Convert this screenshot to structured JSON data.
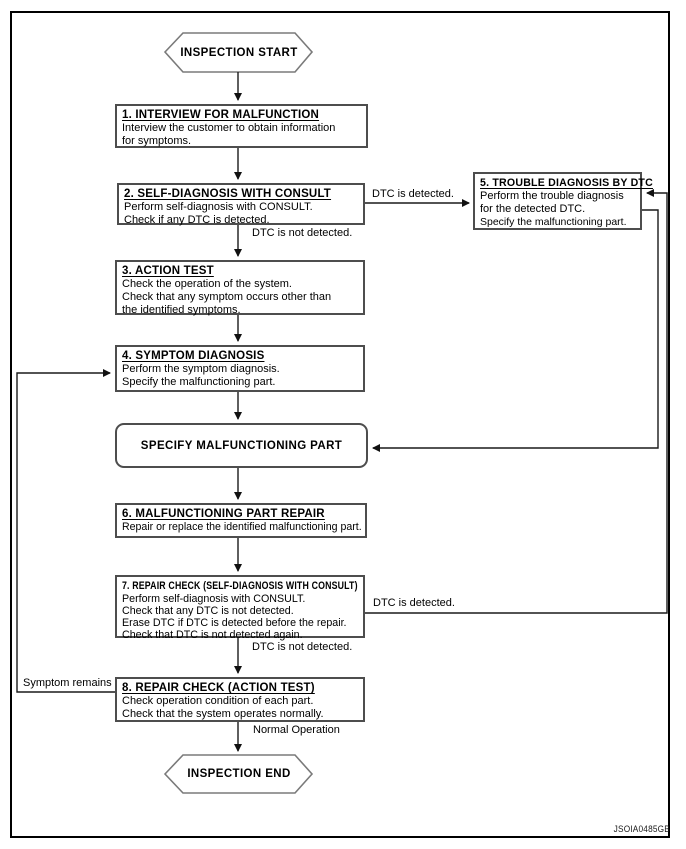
{
  "flowchart": {
    "start": "INSPECTION START",
    "end": "INSPECTION END",
    "specify": "SPECIFY MALFUNCTIONING PART",
    "figure_code": "JSOIA0485GB",
    "boxes": [
      {
        "title": "1. INTERVIEW FOR MALFUNCTION",
        "lines": [
          "Interview the customer to obtain information",
          "for symptoms."
        ]
      },
      {
        "title": "2. SELF-DIAGNOSIS WITH CONSULT",
        "lines": [
          "Perform self-diagnosis with CONSULT.",
          "Check if any DTC is detected."
        ]
      },
      {
        "title": "3. ACTION TEST",
        "lines": [
          "Check the operation of the system.",
          "Check that any symptom occurs other than",
          "the identified symptoms."
        ]
      },
      {
        "title": "4. SYMPTOM DIAGNOSIS",
        "lines": [
          "Perform the symptom diagnosis.",
          "Specify the malfunctioning part."
        ]
      },
      {
        "title": "5. TROUBLE DIAGNOSIS BY DTC",
        "lines": [
          "Perform the trouble diagnosis",
          "for the detected DTC.",
          "Specify the malfunctioning part."
        ]
      },
      {
        "title": "6. MALFUNCTIONING PART REPAIR",
        "lines": [
          "Repair or replace the identified malfunctioning part."
        ]
      },
      {
        "title": "7. REPAIR CHECK (SELF-DIAGNOSIS WITH CONSULT)",
        "lines": [
          "Perform self-diagnosis with CONSULT.",
          "Check that any DTC is not detected.",
          "Erase DTC if DTC is detected before the repair.",
          "Check that DTC is not detected again."
        ]
      },
      {
        "title": "8. REPAIR CHECK (ACTION TEST)",
        "lines": [
          "Check operation condition of each part.",
          "Check that the system operates normally."
        ]
      }
    ],
    "labels": {
      "dtc_detected_upper": "DTC is detected.",
      "dtc_not_detected_upper": "DTC is not detected.",
      "dtc_detected_lower": "DTC is detected.",
      "dtc_not_detected_lower": "DTC is not detected.",
      "symptom_remains": "Symptom remains",
      "normal_operation": "Normal Operation"
    },
    "colors": {
      "line": "#1a1a1a",
      "box_border": "#4d4d4d",
      "hex_border": "#7a7a7a"
    }
  }
}
